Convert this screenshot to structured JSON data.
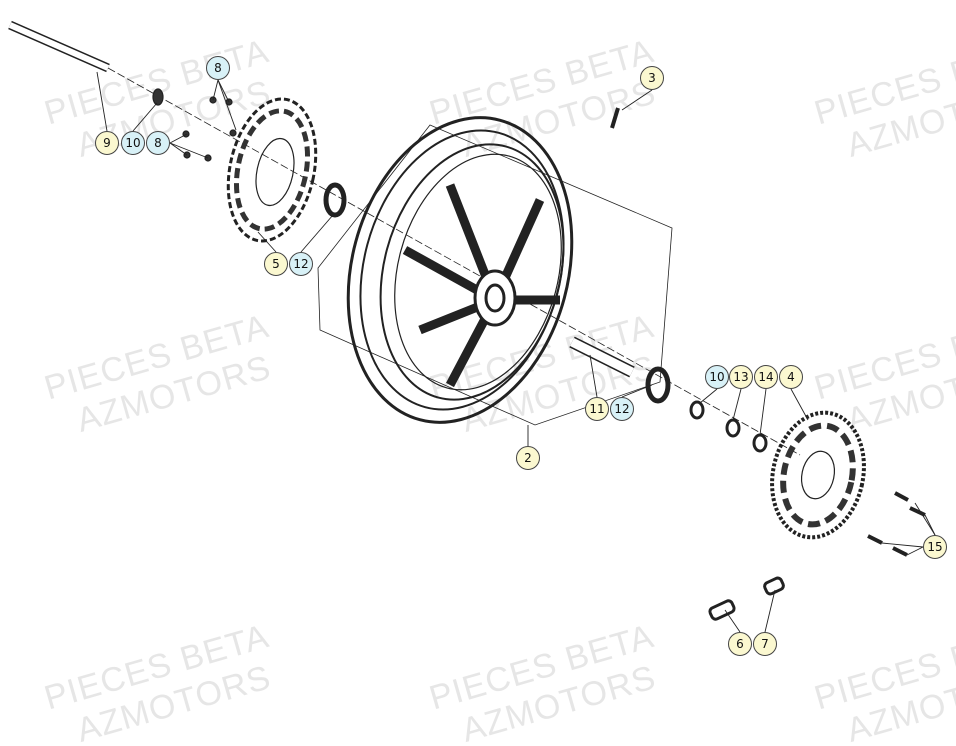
{
  "watermark": {
    "line1": "PIECES BETA",
    "line2": "AZMOTORS"
  },
  "colors": {
    "yellow_tag": "#fbf8d0",
    "cyan_tag": "#d8f1f7",
    "line": "#222222"
  },
  "callouts": [
    {
      "label": "8",
      "style": "cyan"
    },
    {
      "label": "9",
      "style": "yellow"
    },
    {
      "label": "10",
      "style": "cyan"
    },
    {
      "label": "8",
      "style": "cyan"
    },
    {
      "label": "3",
      "style": "yellow"
    },
    {
      "label": "5",
      "style": "yellow"
    },
    {
      "label": "12",
      "style": "cyan"
    },
    {
      "label": "11",
      "style": "yellow"
    },
    {
      "label": "12",
      "style": "cyan"
    },
    {
      "label": "10",
      "style": "cyan"
    },
    {
      "label": "13",
      "style": "yellow"
    },
    {
      "label": "14",
      "style": "yellow"
    },
    {
      "label": "4",
      "style": "yellow"
    },
    {
      "label": "2",
      "style": "yellow"
    },
    {
      "label": "15",
      "style": "yellow"
    },
    {
      "label": "6",
      "style": "yellow"
    },
    {
      "label": "7",
      "style": "yellow"
    }
  ]
}
